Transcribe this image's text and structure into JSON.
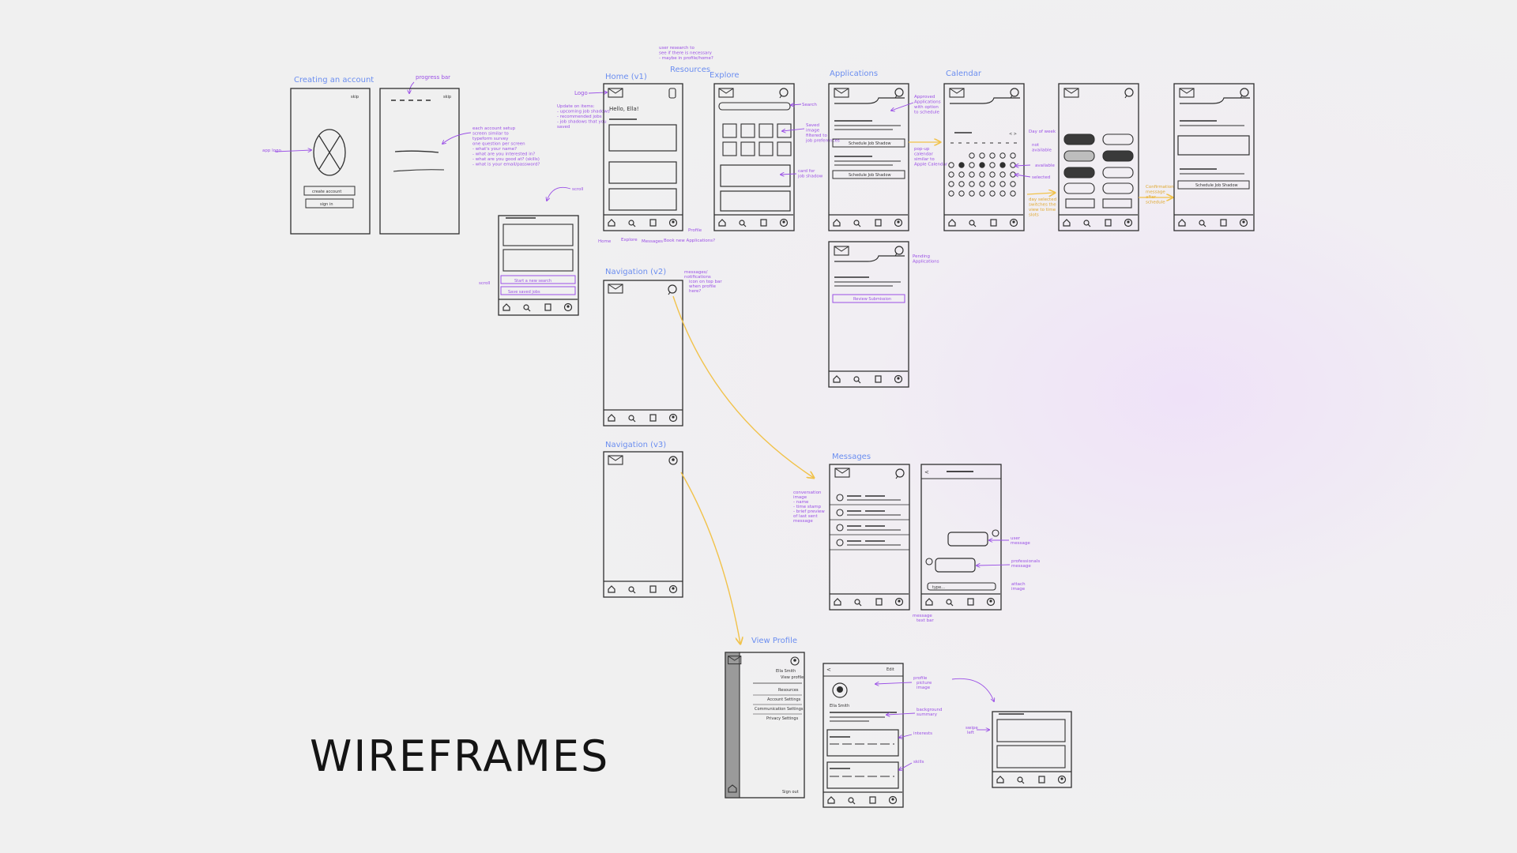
{
  "heading": "WIREFRAMES",
  "colors": {
    "sketch": "#2f2f2f",
    "title": "#6b8ef0",
    "note": "#9a4fe6",
    "flow": "#f1c24a"
  },
  "labels": {
    "creating_account": "Creating an account",
    "progress_bar": "progress bar",
    "home_v1": "Home (v1)",
    "resources": "Resources",
    "explore": "Explore",
    "applications": "Applications",
    "calendar": "Calendar",
    "navigation_v2": "Navigation (v2)",
    "navigation_v3": "Navigation (v3)",
    "messages": "Messages",
    "view_profile": "View Profile"
  },
  "notes": {
    "skip": "skip",
    "app_logo": "app logo",
    "create_account": "create account",
    "sign_in": "sign in",
    "account_setup": [
      "each account setup",
      "screen similar to",
      "typeform survey",
      "one question per screen",
      "- what's your name?",
      "- what are you interested in?",
      "- what are you good at? (skills)",
      "- what is your email/password?"
    ],
    "logo": "Logo",
    "resources_note": [
      "user research to",
      "see if there is necessary",
      "- maybe in profile/home?"
    ],
    "updates": [
      "Update on items:",
      "- upcoming job shadows",
      "- recommended jobs",
      "- job shadows that you",
      "  saved"
    ],
    "hello": "Hello, Ella!",
    "scroll": "scroll",
    "nav_home": "Home",
    "nav_explore": "Explore",
    "nav_messages": "Messages",
    "nav_profile": "Profile",
    "book_applications": "Book new Applications?",
    "start_search": "Start a new search",
    "saved_jobs": "Save saved jobs",
    "search": "Search",
    "filter_note": [
      "Saved",
      "image",
      "filtered to",
      "job preferences"
    ],
    "card_note": [
      "card for",
      "job shadow"
    ],
    "schedule_shadow": "Schedule Job Shadow",
    "approved_note": [
      "Approved",
      "Applications",
      "with option",
      "to schedule"
    ],
    "pending_applications": [
      "Pending",
      "Applications"
    ],
    "review_submission": "Review Submission",
    "popup_calendar": [
      "pop-up",
      "calendar",
      "similar to",
      "Apple Calendar"
    ],
    "day_of_week": "Day of week",
    "not_available": [
      "not",
      "available"
    ],
    "available": "available",
    "selected": "selected",
    "day_selected_note": [
      "day selected",
      "switches the",
      "view to time",
      "slots"
    ],
    "confirm_note": [
      "Confirmation",
      "message",
      "after",
      "schedule"
    ],
    "messages_icon_note": [
      "messages/",
      "notifications",
      "icon on top bar",
      "when profile",
      "here?"
    ],
    "conversation_note": [
      "conversation",
      "image",
      "- name",
      "- time stamp",
      "- brief preview",
      "  of last sent",
      "  message"
    ],
    "user_message": [
      "user",
      "message"
    ],
    "professional_message": [
      "professionals",
      "message"
    ],
    "attach": [
      "attach",
      "image"
    ],
    "text_bar": [
      "message",
      "text bar"
    ],
    "type_here": "type...",
    "profile_name": "Ella Smith",
    "view_profile_link": "View profile",
    "menu_items": [
      "Resources",
      "Account Settings",
      "Communication Settings",
      "Privacy Settings"
    ],
    "sign_out": "Sign out",
    "edit": "Edit",
    "profile_image_note": [
      "profile",
      "picture",
      "image"
    ],
    "background_summary": [
      "background",
      "summary"
    ],
    "interests": "interests",
    "skills": "skills",
    "swipe_note": [
      "swipe",
      "left"
    ]
  }
}
